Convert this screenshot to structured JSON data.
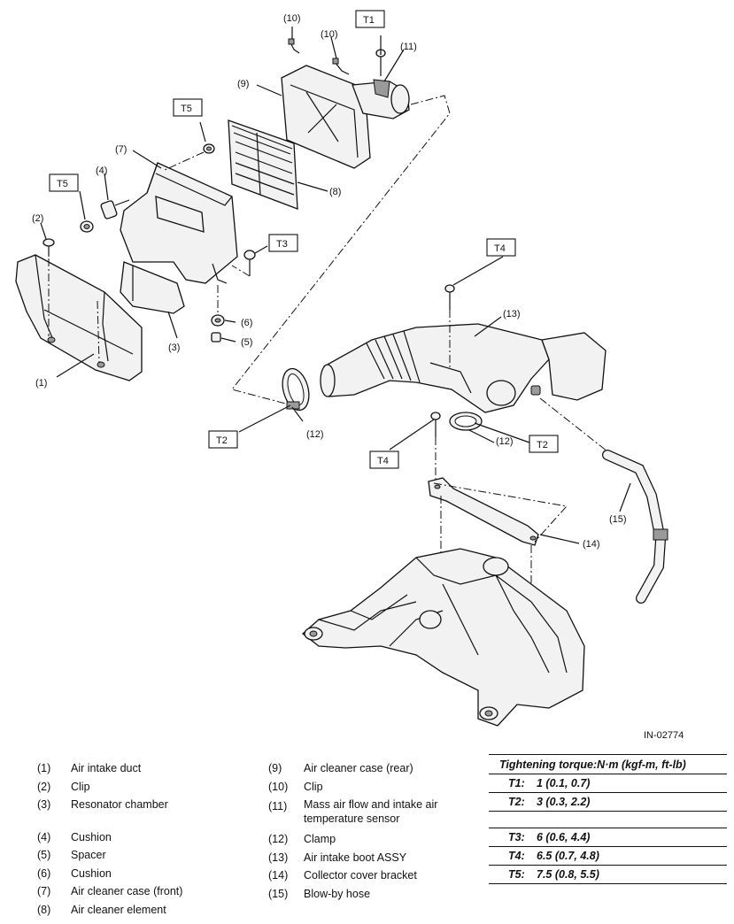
{
  "diagram": {
    "figure_id": "IN-02774",
    "callouts": [
      "(1)",
      "(2)",
      "(3)",
      "(4)",
      "(5)",
      "(6)",
      "(7)",
      "(8)",
      "(9)",
      "(10)",
      "(10)",
      "(11)",
      "(12)",
      "(12)",
      "(13)",
      "(14)",
      "(15)"
    ],
    "torque_tags": [
      "T1",
      "T2",
      "T2",
      "T3",
      "T4",
      "T4",
      "T5",
      "T5"
    ]
  },
  "legend": {
    "col1": [
      {
        "num": "(1)",
        "label": "Air intake duct"
      },
      {
        "num": "(2)",
        "label": "Clip"
      },
      {
        "num": "(3)",
        "label": "Resonator chamber"
      },
      {
        "num": "(4)",
        "label": "Cushion"
      },
      {
        "num": "(5)",
        "label": "Spacer"
      },
      {
        "num": "(6)",
        "label": "Cushion"
      },
      {
        "num": "(7)",
        "label": "Air cleaner case (front)"
      },
      {
        "num": "(8)",
        "label": "Air cleaner element"
      }
    ],
    "col2": [
      {
        "num": "(9)",
        "label": "Air cleaner case (rear)"
      },
      {
        "num": "(10)",
        "label": "Clip"
      },
      {
        "num": "(11)",
        "label": "Mass air flow and intake air temperature sensor"
      },
      {
        "num": "(12)",
        "label": "Clamp"
      },
      {
        "num": "(13)",
        "label": "Air intake boot ASSY"
      },
      {
        "num": "(14)",
        "label": "Collector cover bracket"
      },
      {
        "num": "(15)",
        "label": "Blow-by hose"
      }
    ]
  },
  "torque": {
    "title": "Tightening torque:N·m (kgf-m, ft-lb)",
    "rows": [
      {
        "key": "T1:",
        "value": "1 (0.1, 0.7)"
      },
      {
        "key": "T2:",
        "value": "3 (0.3, 2.2)"
      },
      {
        "key": "T3:",
        "value": "6 (0.6, 4.4)"
      },
      {
        "key": "T4:",
        "value": "6.5 (0.7, 4.8)"
      },
      {
        "key": "T5:",
        "value": "7.5 (0.8, 5.5)"
      }
    ]
  }
}
